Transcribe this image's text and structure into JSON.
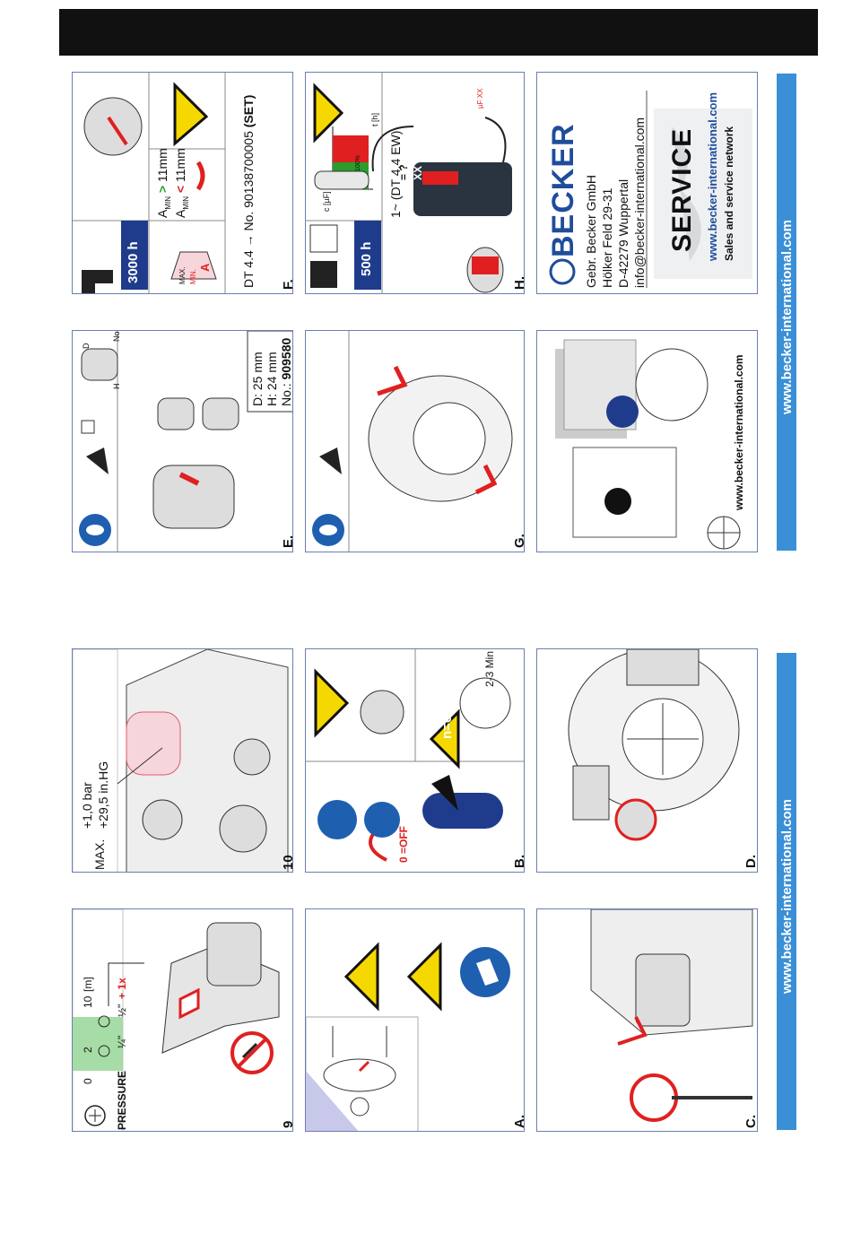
{
  "header": {},
  "panel9": {
    "label": "9",
    "pressure": "PRESSURE",
    "scale_0": "0",
    "scale_2": "2",
    "scale_10": "10",
    "unit_m": "[m]",
    "fit_half": "½\"",
    "fit_quarter": "¼\"",
    "plus1x": "+ 1x"
  },
  "panel10": {
    "label": "10",
    "max": "MAX.",
    "bar": "+1,0 bar",
    "inhg": "+29,5 in.HG"
  },
  "panelA": {
    "label": "A."
  },
  "panelB": {
    "label": "B.",
    "off": "0 =OFF",
    "rpm": "n=0min⁻¹",
    "min": "2-3 Min"
  },
  "panelC": {
    "label": "C."
  },
  "panelD": {
    "label": "D."
  },
  "panelE": {
    "label": "E.",
    "d": "D: 25 mm",
    "h": "H: 24 mm",
    "no_prefix": "No.: ",
    "no_value": "909580",
    "dim_d": "D",
    "dim_h": "H",
    "dim_no": "No"
  },
  "panelF": {
    "label": "F.",
    "hours": "3000 h",
    "amin1": "A",
    "amin1_sub": "MIN",
    "amin1_rel": ">",
    "amin1_val": "11mm",
    "amin2": "A",
    "amin2_sub": "MIN",
    "amin2_rel": "<",
    "amin2_val": "11mm",
    "max": "MAX.",
    "min": "MIN.",
    "a": "A",
    "part": "DT 4.4  →  No. 90138700005",
    "set": "(SET)"
  },
  "panelG": {
    "label": "G."
  },
  "panelH": {
    "label": "H.",
    "hours": "500 h",
    "model": "1~ (DT 4.4 EW)",
    "cuf": "c [µF]",
    "th": "t [h]",
    "p100": "100%",
    "q": "= ?",
    "xx": "XX",
    "uf": "µF XX"
  },
  "help": {
    "url": "www.becker-international.com"
  },
  "company": {
    "brand": "BECKER",
    "name": "Gebr. Becker GmbH",
    "street": "Hölker Feld 29-31",
    "city": "D-42279 Wuppertal",
    "email": "info@becker-international.com",
    "service": "SERVICE",
    "service_url": "www.becker-international.com",
    "service_sub": "Sales and service network"
  },
  "footer": {
    "left_url": "www.becker-international.com",
    "right_url": "www.becker-international.com"
  },
  "colors": {
    "accent_blue": "#1f3c8c",
    "band_blue": "#3a8fd6",
    "warning_yellow": "#f5d800",
    "red": "#e02020",
    "green": "#8fd18f"
  }
}
